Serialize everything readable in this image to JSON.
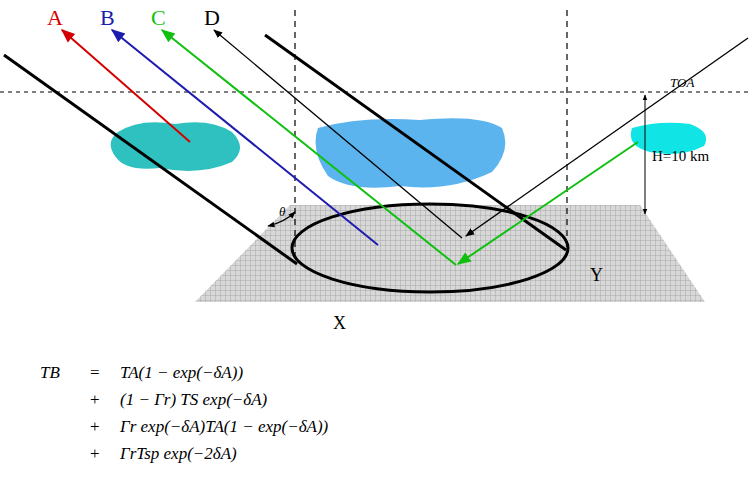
{
  "diagram": {
    "labels": [
      "A",
      "B",
      "C",
      "D",
      "TOA",
      "H=10 km",
      "θ",
      "X",
      "Y",
      "TB",
      "=",
      "TA(1 − exp(−δA))",
      "+",
      "(1 − Γr) TS exp(−δA)",
      "+",
      "Γr exp(−δA)TA(1 − exp(−δA))",
      "+",
      "ΓrTsp exp(−2δA)"
    ]
  }
}
